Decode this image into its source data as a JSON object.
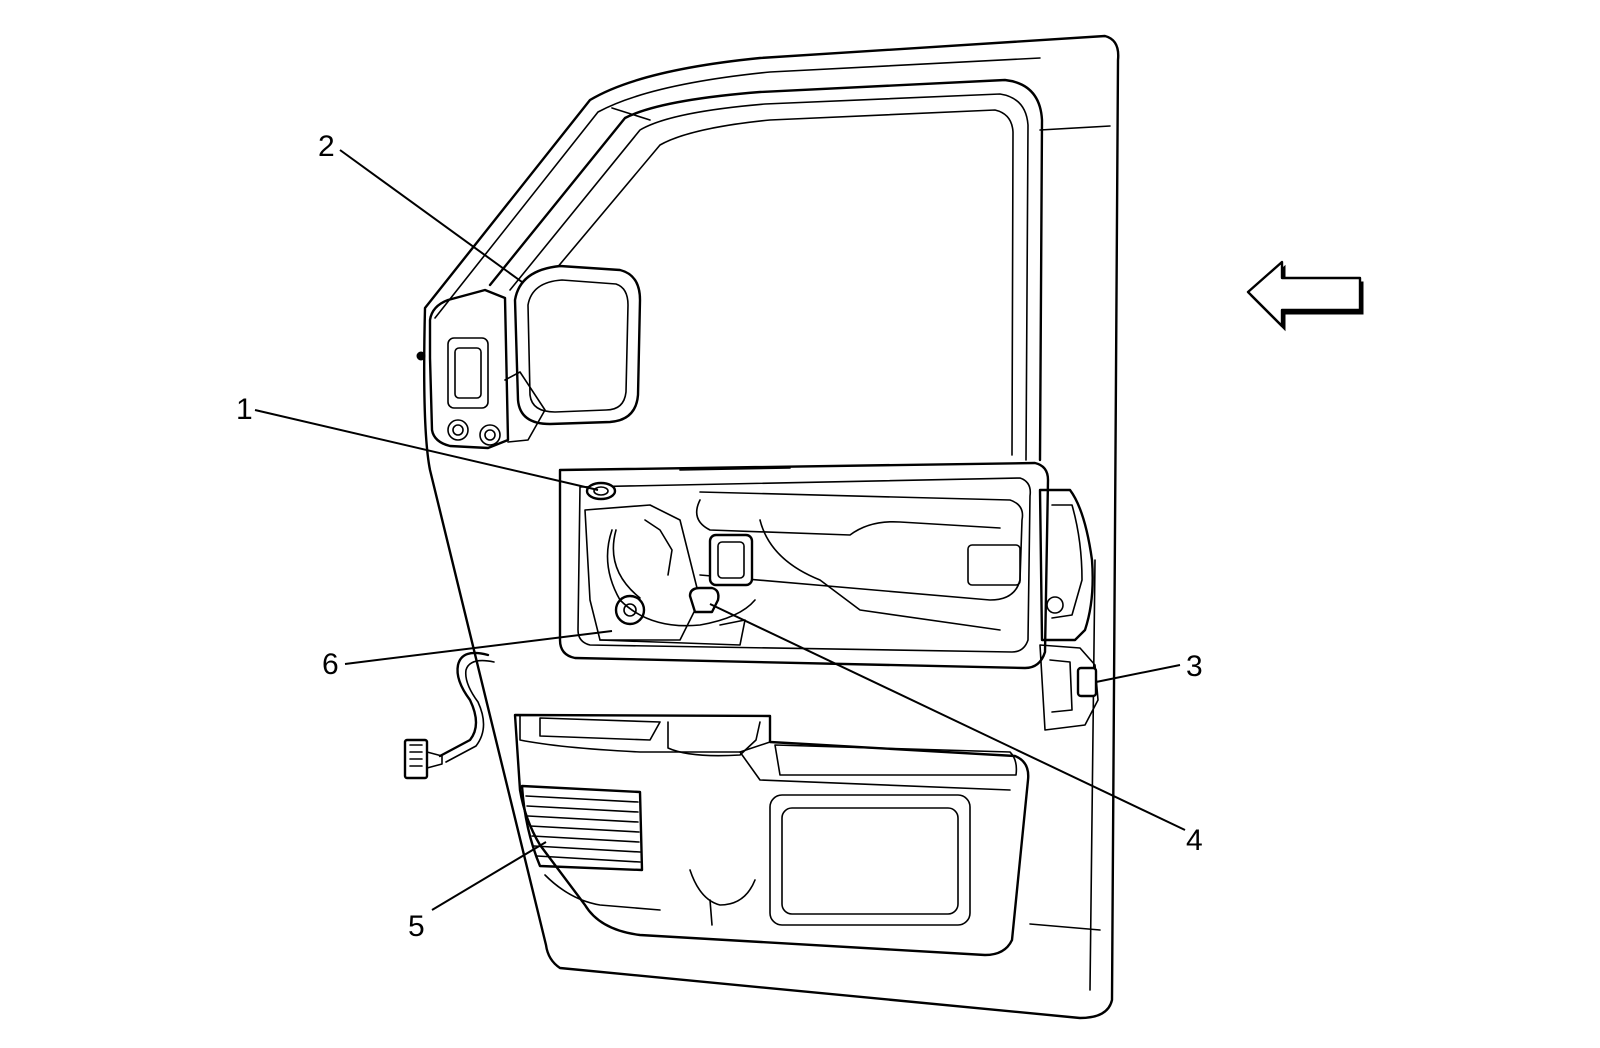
{
  "callouts": [
    {
      "id": "1",
      "label": "1"
    },
    {
      "id": "2",
      "label": "2"
    },
    {
      "id": "3",
      "label": "3"
    },
    {
      "id": "4",
      "label": "4"
    },
    {
      "id": "5",
      "label": "5"
    },
    {
      "id": "6",
      "label": "6"
    }
  ],
  "arrow": {
    "direction": "left"
  }
}
